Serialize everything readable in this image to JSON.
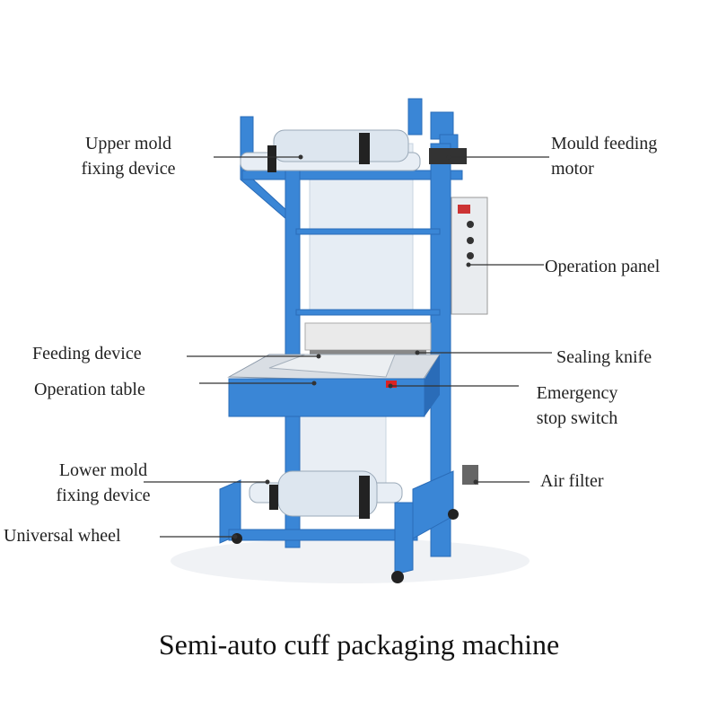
{
  "colors": {
    "frame": "#3a86d6",
    "frame_dark": "#2a6cb8",
    "leader": "#333333",
    "panel": "#e9ecef",
    "film": "#d6e2ee"
  },
  "labels": {
    "upper_mold": [
      "Upper mold",
      "fixing device"
    ],
    "mould_feeding": [
      "Mould feeding",
      "motor"
    ],
    "operation_panel": "Operation panel",
    "feeding_device": "Feeding device",
    "sealing_knife": "Sealing knife",
    "operation_table": "Operation table",
    "emergency_stop": [
      "Emergency",
      "stop switch"
    ],
    "lower_mold": [
      "Lower mold",
      "fixing device"
    ],
    "air_filter": "Air filter",
    "universal_wheel": "Universal wheel"
  },
  "caption": "Semi-auto cuff packaging machine"
}
